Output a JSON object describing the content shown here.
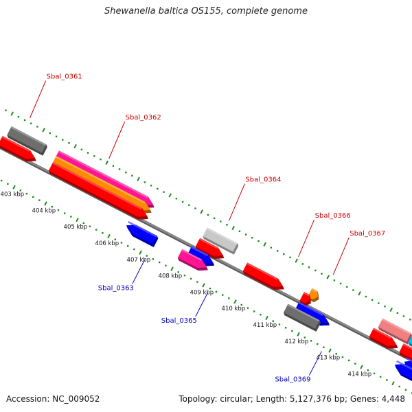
{
  "title": "Shewanella baltica OS155, complete genome",
  "footer": {
    "accession": "Accession: NC_009052",
    "summary": "Topology: circular; Length: 5,127,376 bp; Genes: 4,448"
  },
  "colors": {
    "backbone": "#8a8a8a",
    "ticks": "#1a8a1a",
    "label_top": "#cc0000",
    "label_bottom": "#0000bb"
  },
  "scale": [
    {
      "kbp": 403,
      "label": "403 kbp"
    },
    {
      "kbp": 404,
      "label": "404 kbp"
    },
    {
      "kbp": 405,
      "label": "405 kbp"
    },
    {
      "kbp": 406,
      "label": "406 kbp"
    },
    {
      "kbp": 407,
      "label": "407 kbp"
    },
    {
      "kbp": 408,
      "label": "408 kbp"
    },
    {
      "kbp": 409,
      "label": "409 kbp"
    },
    {
      "kbp": 410,
      "label": "410 kbp"
    },
    {
      "kbp": 411,
      "label": "411 kbp"
    },
    {
      "kbp": 412,
      "label": "412 kbp"
    },
    {
      "kbp": 413,
      "label": "413 kbp"
    },
    {
      "kbp": 414,
      "label": "414 kbp"
    }
  ],
  "labels": [
    {
      "text": "Sbal_0361",
      "side": "top",
      "kbp": 402.5
    },
    {
      "text": "Sbal_0362",
      "side": "top",
      "kbp": 405.0
    },
    {
      "text": "Sbal_0364",
      "side": "top",
      "kbp": 408.8
    },
    {
      "text": "Sbal_0366",
      "side": "top",
      "kbp": 411.0
    },
    {
      "text": "Sbal_0367",
      "side": "top",
      "kbp": 412.1
    },
    {
      "text": "Sbal_0363",
      "side": "bottom",
      "kbp": 407.2
    },
    {
      "text": "Sbal_0365",
      "side": "bottom",
      "kbp": 409.2
    },
    {
      "text": "Sbal_0369",
      "side": "bottom",
      "kbp": 412.8
    }
  ],
  "features": [
    {
      "id": "Sbal_0361_gene",
      "start": 402.15,
      "end": 403.25,
      "lane": 3,
      "color": "#6e6e6e",
      "strand": 0
    },
    {
      "id": "Sbal_0361_cds",
      "start": 402.05,
      "end": 403.15,
      "lane": 1,
      "color": "#ff0000",
      "strand": 1
    },
    {
      "id": "Sbal_0362_feat_a",
      "start": 403.65,
      "end": 406.7,
      "lane": 3.05,
      "color": "#ff1493",
      "strand": 1
    },
    {
      "id": "Sbal_0362_feat_b",
      "start": 403.65,
      "end": 406.7,
      "lane": 2.1,
      "color": "#ff8c00",
      "strand": 1
    },
    {
      "id": "Sbal_0362_cds",
      "start": 403.65,
      "end": 406.7,
      "lane": 1,
      "color": "#ff0000",
      "strand": 1
    },
    {
      "id": "Sbal_0363_cds",
      "start": 406.3,
      "end": 407.2,
      "lane": -1.8,
      "color": "#0000ff",
      "strand": -1
    },
    {
      "id": "Sbal_0364_gene",
      "start": 408.35,
      "end": 409.3,
      "lane": 3,
      "color": "#c8c8c8",
      "strand": 0
    },
    {
      "id": "Sbal_0364_cds",
      "start": 408.3,
      "end": 409.1,
      "lane": 1,
      "color": "#ff0000",
      "strand": 1
    },
    {
      "id": "Sbal_0365_cds_a",
      "start": 408.2,
      "end": 408.95,
      "lane": -0.75,
      "color": "#0000ff",
      "strand": 1
    },
    {
      "id": "Sbal_0365_cds_b",
      "start": 408.0,
      "end": 408.85,
      "lane": -1.85,
      "color": "#ff1493",
      "strand": 1
    },
    {
      "id": "Sbal_0366_cds",
      "start": 409.8,
      "end": 411.0,
      "lane": 1,
      "color": "#ff0000",
      "strand": 1
    },
    {
      "id": "Sbal_0367_gene",
      "start": 411.75,
      "end": 412.0,
      "lane": 2.1,
      "color": "#ff8c00",
      "strand": 1
    },
    {
      "id": "Sbal_0367_cds",
      "start": 411.6,
      "end": 411.85,
      "lane": 1,
      "color": "#ff0000",
      "strand": 1
    },
    {
      "id": "Sbal_0369_cds_a",
      "start": 411.6,
      "end": 412.6,
      "lane": -0.75,
      "color": "#0000ff",
      "strand": 1
    },
    {
      "id": "Sbal_0369_gene",
      "start": 411.35,
      "end": 412.35,
      "lane": -1.85,
      "color": "#6e6e6e",
      "strand": 0
    },
    {
      "id": "right_gene_a",
      "start": 413.9,
      "end": 414.8,
      "lane": 3,
      "color": "#f08080",
      "strand": 0
    },
    {
      "id": "right_cds_a",
      "start": 413.8,
      "end": 414.6,
      "lane": 1,
      "color": "#ff0000",
      "strand": 1
    },
    {
      "id": "right_gene_b",
      "start": 414.85,
      "end": 415.6,
      "lane": 3,
      "color": "#00bfff",
      "strand": 0
    },
    {
      "id": "right_cds_b",
      "start": 414.75,
      "end": 415.6,
      "lane": 1,
      "color": "#ff0000",
      "strand": 1
    },
    {
      "id": "right_cds_c",
      "start": 415.0,
      "end": 415.6,
      "lane": -0.75,
      "color": "#0000ff",
      "strand": -1
    },
    {
      "id": "right_cds_d",
      "start": 414.8,
      "end": 415.6,
      "lane": -1.85,
      "color": "#0000ff",
      "strand": -1
    }
  ]
}
